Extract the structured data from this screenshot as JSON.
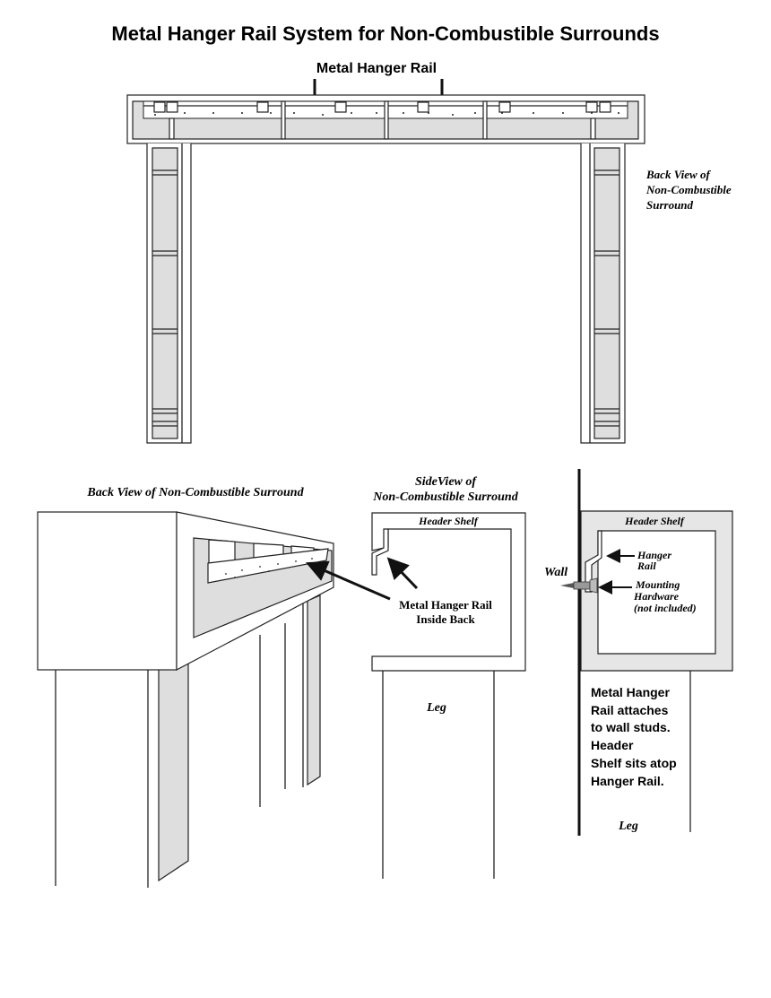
{
  "title": "Metal Hanger Rail System for Non-Combustible Surrounds",
  "top_view": {
    "rail_label": "Metal Hanger Rail",
    "side_caption": [
      "Back View of",
      "Non-Combustible",
      "Surround"
    ]
  },
  "back_view": {
    "caption": "Back View of Non-Combustible Surround"
  },
  "side_view": {
    "caption": [
      "SideView of",
      "Non-Combustible Surround"
    ],
    "header_shelf": "Header Shelf",
    "rail_label": [
      "Metal Hanger Rail",
      "Inside Back"
    ],
    "leg": "Leg"
  },
  "wall_view": {
    "header_shelf": "Header Shelf",
    "wall": "Wall",
    "hanger_rail": [
      "Hanger",
      "Rail"
    ],
    "hardware": [
      "Mounting",
      "Hardware",
      "(not included)"
    ],
    "note": [
      "Metal Hanger",
      "Rail attaches",
      "to wall studs.",
      "Header",
      "Shelf sits atop",
      "Hanger Rail."
    ],
    "leg": "Leg"
  }
}
